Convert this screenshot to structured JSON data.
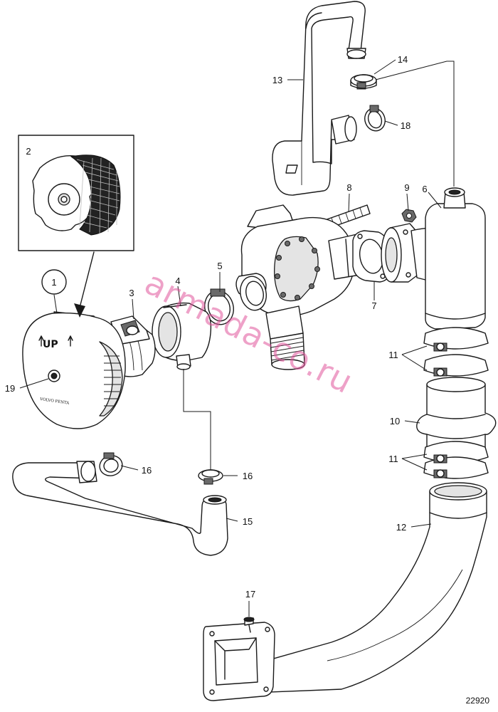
{
  "diagram": {
    "figure_ref": "22920",
    "cover_text": "UP",
    "brand_text": "VOLVO PENTA",
    "watermark": "armada-co.ru",
    "callouts": [
      "1",
      "2",
      "3",
      "4",
      "5",
      "6",
      "7",
      "8",
      "9",
      "10",
      "11",
      "11",
      "12",
      "13",
      "14",
      "15",
      "16",
      "16",
      "17",
      "18",
      "19"
    ]
  }
}
